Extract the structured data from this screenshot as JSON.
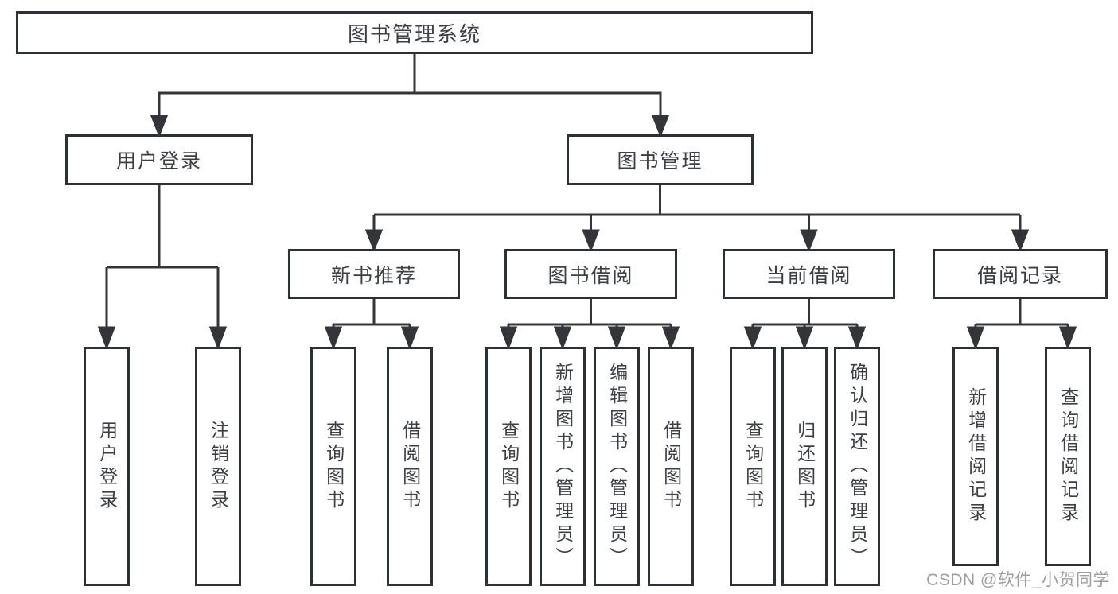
{
  "watermark": {
    "text": "CSDN @软件_小贺同学"
  },
  "colors": {
    "line": "#333539",
    "box_border": "#2d3034",
    "text": "#3c4045",
    "watermark": "#9e9e9e",
    "background": "#ffffff"
  },
  "diagram": {
    "root": {
      "label": "图书管理系统"
    },
    "branches": [
      {
        "label": "用户登录",
        "children": [
          {
            "label": "用户登录"
          },
          {
            "label": "注销登录"
          }
        ]
      },
      {
        "label": "图书管理",
        "children": [
          {
            "label": "新书推荐",
            "children": [
              {
                "label": "查询图书"
              },
              {
                "label": "借阅图书"
              }
            ]
          },
          {
            "label": "图书借阅",
            "children": [
              {
                "label": "查询图书"
              },
              {
                "label": "新增图书（管理员）"
              },
              {
                "label": "编辑图书（管理员）"
              },
              {
                "label": "借阅图书"
              }
            ]
          },
          {
            "label": "当前借阅",
            "children": [
              {
                "label": "查询图书"
              },
              {
                "label": "归还图书"
              },
              {
                "label": "确认归还（管理员）"
              }
            ]
          },
          {
            "label": "借阅记录",
            "children": [
              {
                "label": "新增借阅记录"
              },
              {
                "label": "查询借阅记录"
              }
            ]
          }
        ]
      }
    ]
  }
}
